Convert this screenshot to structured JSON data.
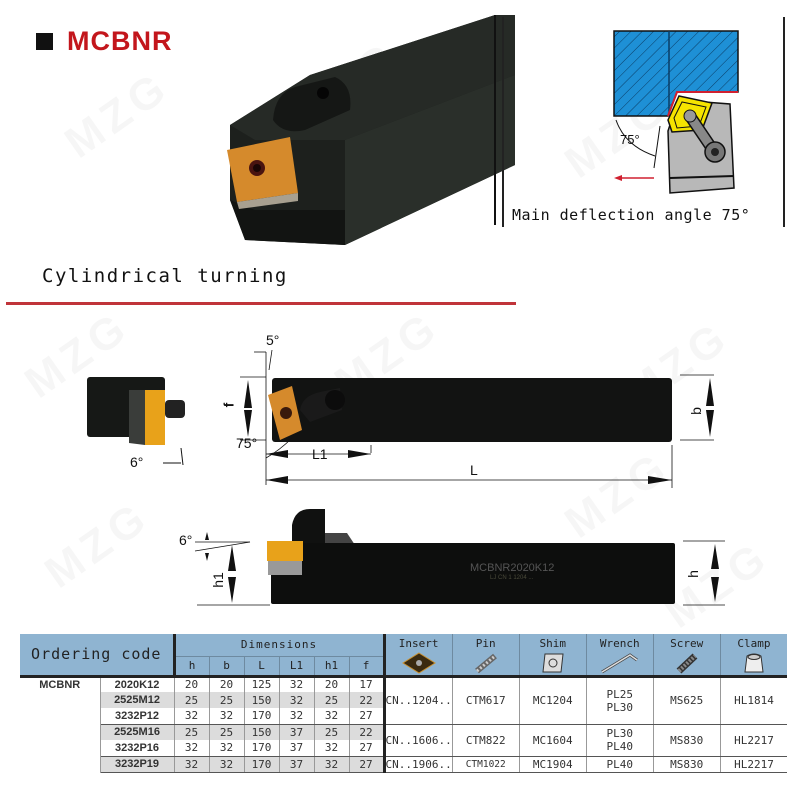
{
  "title": "MCBNR",
  "watermark": "MZG",
  "subtitle": "Cylindrical turning",
  "schematic": {
    "caption": "Main deflection angle 75°",
    "angle_label": "75°"
  },
  "drawing": {
    "angle_top": "5°",
    "angle_entry": "75°",
    "angle_side": "6°",
    "angle_side2": "6°",
    "dim_f": "f",
    "dim_L1": "L1",
    "dim_L": "L",
    "dim_b": "b",
    "dim_h1": "h1",
    "dim_h": "h",
    "engraving": "MCBNR2020K12",
    "engraving_sub": "LJ CN 1 1204 ..."
  },
  "colors": {
    "title_red": "#c3161c",
    "rule_red": "#c0343a",
    "header_blue": "#8fb4d1",
    "insert_gold": "#e8a21a",
    "workpiece_blue": "#1e90d6",
    "schematic_insert_yellow": "#f5e400"
  },
  "table": {
    "header": {
      "ordering_code": "Ordering code",
      "dimensions": "Dimensions",
      "dim_cols": [
        "h",
        "b",
        "L",
        "L1",
        "h1",
        "f"
      ],
      "accessories": [
        {
          "label": "Insert",
          "icon": "insert-icon"
        },
        {
          "label": "Pin",
          "icon": "pin-icon"
        },
        {
          "label": "Shim",
          "icon": "shim-icon"
        },
        {
          "label": "Wrench",
          "icon": "wrench-icon"
        },
        {
          "label": "Screw",
          "icon": "screw-icon"
        },
        {
          "label": "Clamp",
          "icon": "clamp-icon"
        }
      ]
    },
    "series": "MCBNR",
    "rows": [
      {
        "model": "2020K12",
        "h": "20",
        "b": "20",
        "L": "125",
        "L1": "32",
        "h1": "20",
        "f": "17"
      },
      {
        "model": "2525M12",
        "h": "25",
        "b": "25",
        "L": "150",
        "L1": "32",
        "h1": "25",
        "f": "22"
      },
      {
        "model": "3232P12",
        "h": "32",
        "b": "32",
        "L": "170",
        "L1": "32",
        "h1": "32",
        "f": "27"
      },
      {
        "model": "2525M16",
        "h": "25",
        "b": "25",
        "L": "150",
        "L1": "37",
        "h1": "25",
        "f": "22"
      },
      {
        "model": "3232P16",
        "h": "32",
        "b": "32",
        "L": "170",
        "L1": "37",
        "h1": "32",
        "f": "27"
      },
      {
        "model": "3232P19",
        "h": "32",
        "b": "32",
        "L": "170",
        "L1": "37",
        "h1": "32",
        "f": "27"
      }
    ],
    "groups": [
      {
        "insert": "CN..1204..",
        "pin": "CTM617",
        "shim": "MC1204",
        "wrench_1": "PL25",
        "wrench_2": "PL30",
        "screw": "MS625",
        "clamp": "HL1814"
      },
      {
        "insert": "CN..1606..",
        "pin": "CTM822",
        "shim": "MC1604",
        "wrench_1": "PL30",
        "wrench_2": "PL40",
        "screw": "MS830",
        "clamp": "HL2217"
      },
      {
        "insert": "CN..1906..",
        "pin": "CTM1022",
        "shim": "MC1904",
        "wrench_1": "PL40",
        "wrench_2": "",
        "screw": "MS830",
        "clamp": "HL2217"
      }
    ]
  }
}
